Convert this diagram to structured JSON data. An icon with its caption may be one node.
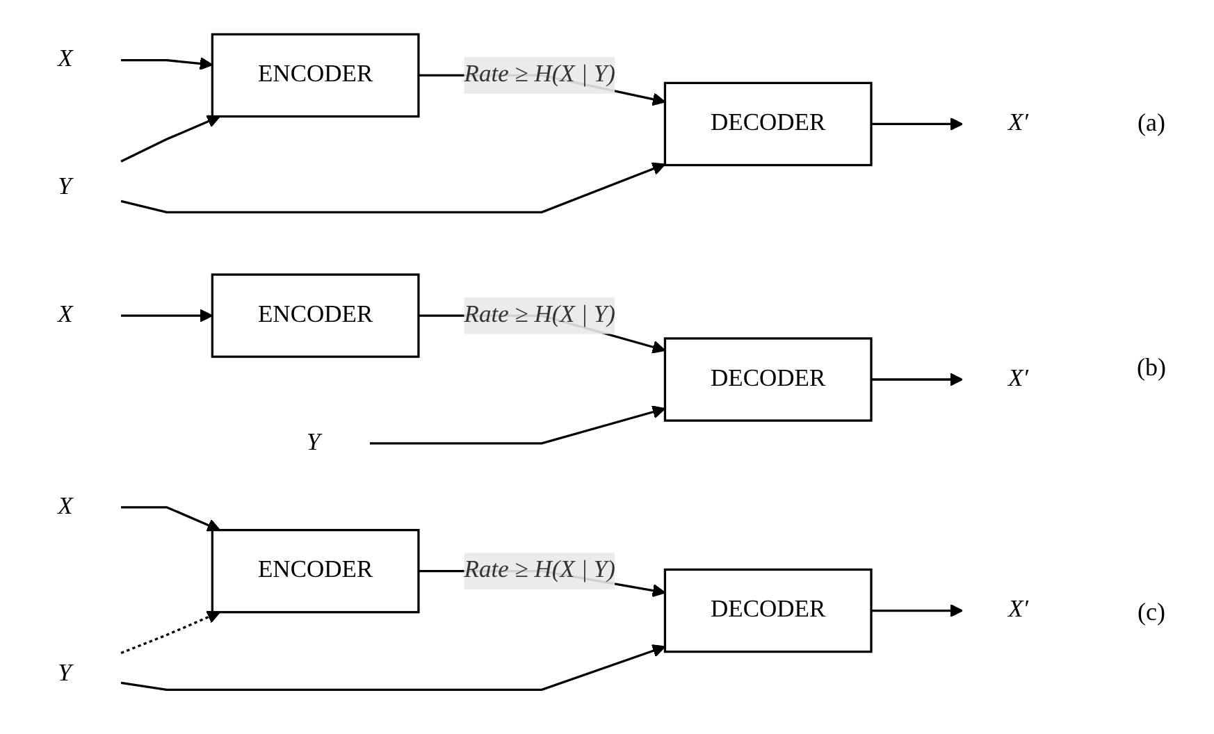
{
  "diagram": {
    "nodes": [
      {
        "text": [
          "ENCODER"
        ]
      },
      {
        "text": [
          "DECODER"
        ]
      },
      {
        "text": [
          "X"
        ]
      },
      {
        "text": [
          "X′"
        ]
      },
      {
        "text": [
          "Y"
        ]
      },
      {
        "text": [
          "ENCODER"
        ]
      },
      {
        "text": [
          "DECODER"
        ]
      },
      {
        "text": [
          "X"
        ]
      },
      {
        "text": [
          "X′"
        ]
      },
      {
        "text": [
          "Y"
        ]
      },
      {
        "text": [
          "ENCODER"
        ]
      },
      {
        "text": [
          "DECODER"
        ]
      },
      {
        "text": [
          "X"
        ]
      },
      {
        "text": [
          "X′"
        ]
      },
      {
        "text": [
          "Y"
        ]
      }
    ],
    "edges": [
      {
        "from": 2,
        "to": 0,
        "arrow": "to"
      },
      {
        "from": 0,
        "to": 1,
        "arrow": "to",
        "label": "Rate ≥ H(X | Y)"
      },
      {
        "from": 1,
        "to": 3,
        "arrow": "to"
      },
      {
        "from": 4,
        "to": 0,
        "arrow": "to"
      },
      {
        "from": 4,
        "to": 1,
        "arrow": "to"
      },
      {
        "from": 7,
        "to": 5,
        "arrow": "to"
      },
      {
        "from": 5,
        "to": 6,
        "arrow": "to",
        "label": "Rate ≥ H(X | Y)"
      },
      {
        "from": 6,
        "to": 8,
        "arrow": "to"
      },
      {
        "from": 9,
        "to": 6,
        "arrow": "to"
      },
      {
        "from": 12,
        "to": 10,
        "arrow": "to"
      },
      {
        "from": 10,
        "to": 11,
        "arrow": "to",
        "label": "Rate ≥ H(X | Y)"
      },
      {
        "from": 11,
        "to": 13,
        "arrow": "to"
      },
      {
        "from": 14,
        "to": 11,
        "arrow": "to"
      },
      {
        "from": 14,
        "to": 10,
        "arrow": "to",
        "style": "dashed"
      }
    ],
    "labels": [
      "(a)",
      "(b)",
      "(c)"
    ]
  }
}
